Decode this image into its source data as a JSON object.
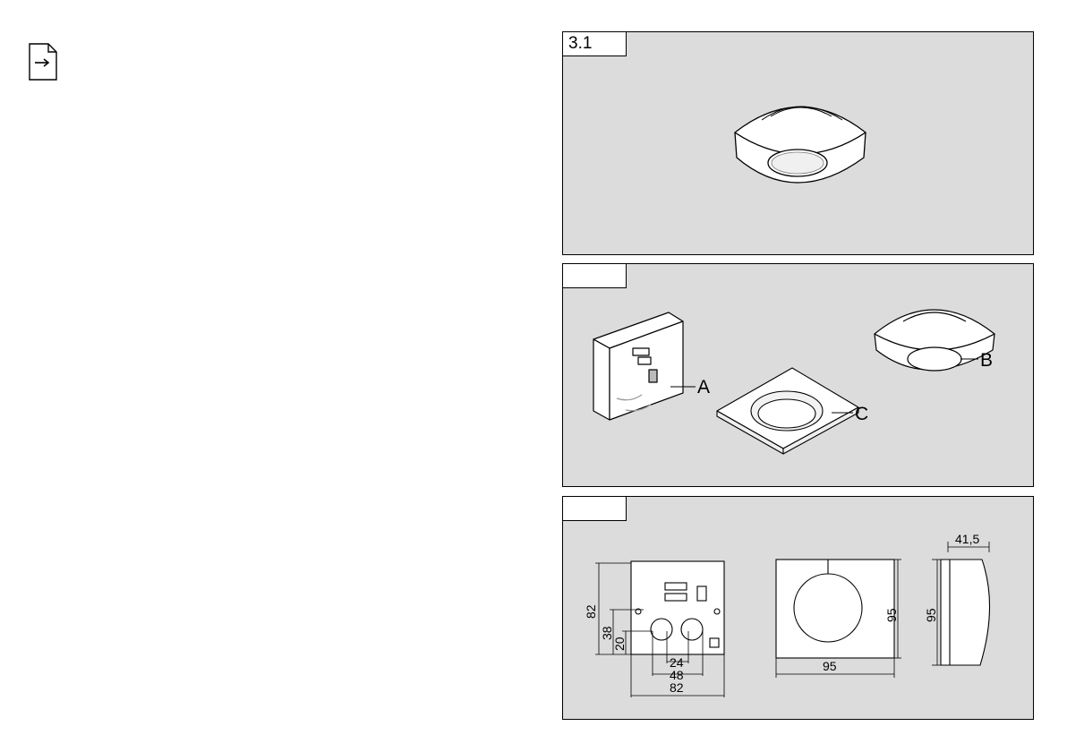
{
  "panels": [
    {
      "id": "3.1",
      "label": "3.1"
    },
    {
      "id": "3.2",
      "label": ""
    },
    {
      "id": "3.3",
      "label": ""
    }
  ],
  "parts": {
    "a": "A",
    "b": "B",
    "c": "C"
  },
  "dimensions": {
    "base_height": "82",
    "hole_offset_38": "38",
    "hole_offset_20": "20",
    "hole_spacing_24": "24",
    "hole_spacing_48": "48",
    "base_width": "82",
    "cover_width": "95",
    "cover_height": "95",
    "side_height": "95",
    "side_depth": "41,5"
  },
  "icons": [
    "document-arrow-icon"
  ]
}
